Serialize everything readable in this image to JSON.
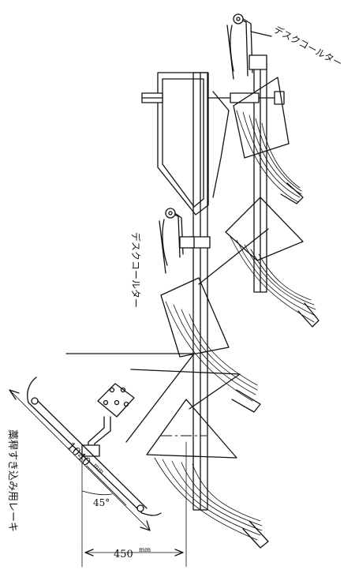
{
  "figure": {
    "labels": {
      "disc_coulter_top": "デスクコールター",
      "disc_coulter_middle": "デスクコールター",
      "straw_rake": "藁稈すき込み用レーキ"
    },
    "dimensions": {
      "rake_length": "1040",
      "rake_length_unit": "mm",
      "offset_width": "450",
      "offset_width_unit": "mm",
      "rake_angle": "45°"
    }
  }
}
